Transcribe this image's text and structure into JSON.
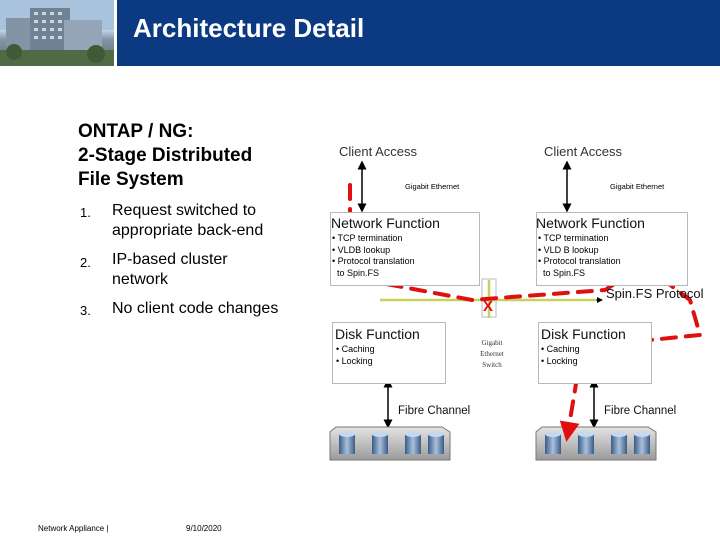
{
  "header": {
    "title": "Architecture Detail"
  },
  "left": {
    "heading": [
      "ONTAP / NG:",
      "2-Stage Distributed",
      "File System"
    ],
    "bullets": [
      {
        "num": "1.",
        "lines": [
          "Request switched to",
          "appropriate back-end"
        ]
      },
      {
        "num": "2.",
        "lines": [
          "IP-based cluster",
          "network"
        ]
      },
      {
        "num": "3.",
        "lines": [
          "No client code changes"
        ]
      }
    ]
  },
  "diagram": {
    "client_access": [
      "Client Access",
      "Client Access"
    ],
    "gigabit_ethernet": [
      "Gigabit Ethernet",
      "Gigabit Ethernet"
    ],
    "network_function": {
      "titles": [
        "Network Function",
        "Network Function"
      ],
      "left_items": [
        "• TCP termination",
        "• VLDB lookup",
        "• Protocol translation",
        "  to Spin.FS"
      ],
      "right_items": [
        "• TCP termination",
        "• VLD B lookup",
        "• Protocol translation",
        "  to Spin.FS"
      ]
    },
    "spinfs_protocol": "Spin.FS Protocol",
    "switch_marker": "X",
    "switch_label": [
      "Gigabit",
      "Ethernet",
      "Switch"
    ],
    "disk_function": {
      "titles": [
        "Disk Function",
        "Disk Function"
      ],
      "items": [
        "• Caching",
        "• Locking"
      ]
    },
    "fibre_channel": [
      "Fibre Channel",
      "Fibre Channel"
    ],
    "colors": {
      "dashed_path": "#e01010",
      "cluster_link": "#c8d060",
      "header": "#0b3a82"
    }
  },
  "footer": {
    "company": "Network Appliance |",
    "date": "9/10/2020"
  }
}
